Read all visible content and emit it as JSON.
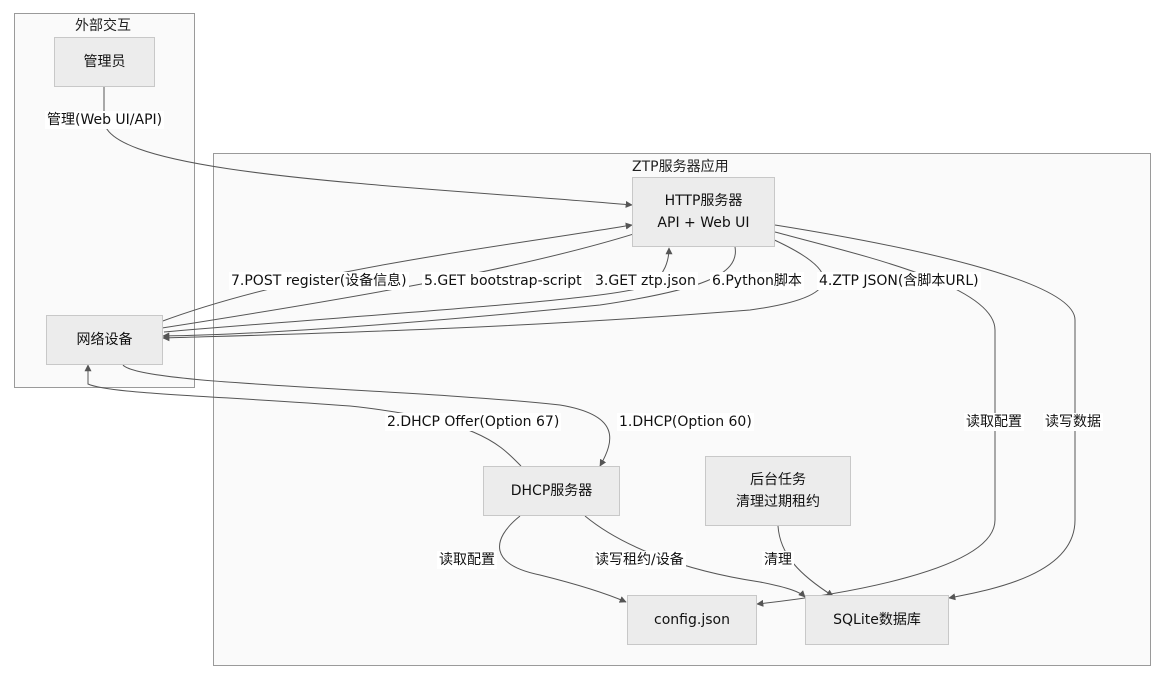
{
  "groups": {
    "external": {
      "title": "外部交互"
    },
    "ztp": {
      "title": "ZTP服务器应用"
    }
  },
  "nodes": {
    "admin": {
      "label": "管理员"
    },
    "device": {
      "label": "网络设备"
    },
    "http": {
      "line1": "HTTP服务器",
      "line2": "API + Web UI"
    },
    "dhcp": {
      "label": "DHCP服务器"
    },
    "task": {
      "line1": "后台任务",
      "line2": "清理过期租约"
    },
    "config": {
      "label": "config.json"
    },
    "sqlite": {
      "label": "SQLite数据库"
    }
  },
  "edges": {
    "admin_http": "管理(Web UI/API)",
    "post_register": "7.POST register(设备信息)",
    "get_bootstrap": "5.GET bootstrap-script",
    "get_ztp": "3.GET ztp.json",
    "python_script": "6.Python脚本",
    "ztp_json": "4.ZTP JSON(含脚本URL)",
    "dhcp_offer": "2.DHCP Offer(Option 67)",
    "dhcp_req": "1.DHCP(Option 60)",
    "http_read_config": "读取配置",
    "http_rw_data": "读写数据",
    "dhcp_read_config": "读取配置",
    "dhcp_rw_lease": "读写租约/设备",
    "task_clean": "清理"
  },
  "colors": {
    "edge": "#555555",
    "node_fill": "#ececec",
    "node_border": "#c8c8c8",
    "group_fill": "#fafafa",
    "group_border": "#9a9a9a"
  }
}
